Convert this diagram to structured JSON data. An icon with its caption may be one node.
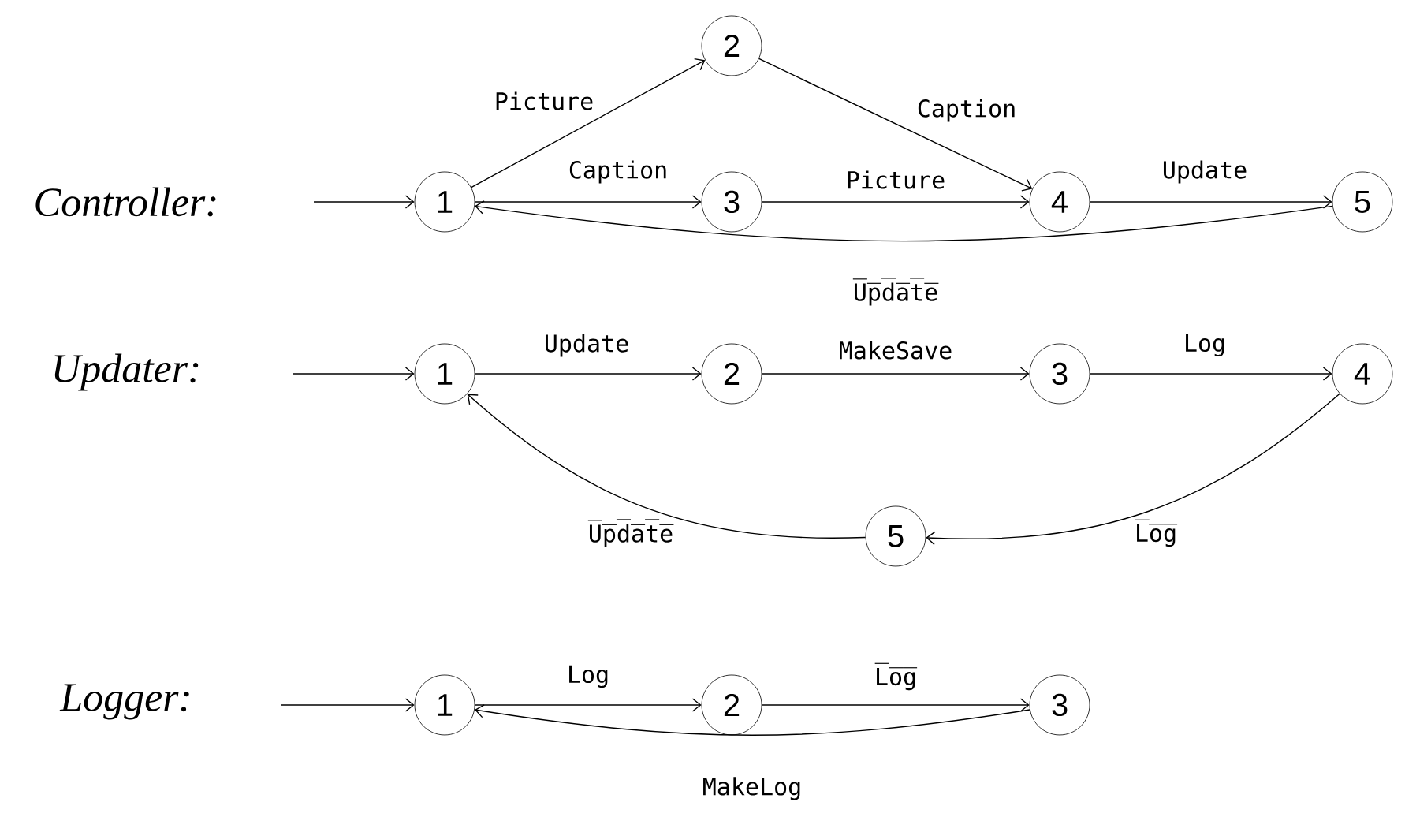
{
  "diagram": {
    "nodes": [
      {
        "text": [
          "1"
        ]
      },
      {
        "text": [
          "2"
        ]
      },
      {
        "text": [
          "3"
        ]
      },
      {
        "text": [
          "4"
        ]
      },
      {
        "text": [
          "5"
        ]
      },
      {
        "text": [
          "1"
        ]
      },
      {
        "text": [
          "2"
        ]
      },
      {
        "text": [
          "3"
        ]
      },
      {
        "text": [
          "4"
        ]
      },
      {
        "text": [
          "5"
        ]
      },
      {
        "text": [
          "1"
        ]
      },
      {
        "text": [
          "2"
        ]
      },
      {
        "text": [
          "3"
        ]
      }
    ],
    "edges": [
      {
        "from": null,
        "to": 0,
        "arrow": "to"
      },
      {
        "from": 0,
        "to": 1,
        "arrow": "to",
        "label": "Picture"
      },
      {
        "from": 1,
        "to": 3,
        "arrow": "to",
        "label": "Caption"
      },
      {
        "from": 0,
        "to": 2,
        "arrow": "to",
        "label": "Caption"
      },
      {
        "from": 2,
        "to": 3,
        "arrow": "to",
        "label": "Picture"
      },
      {
        "from": 3,
        "to": 4,
        "arrow": "to",
        "label": "Update"
      },
      {
        "from": 4,
        "to": 0,
        "arrow": "to",
        "label": "U̅p̅d̅a̅t̅e̅"
      },
      {
        "from": null,
        "to": 5,
        "arrow": "to"
      },
      {
        "from": 5,
        "to": 6,
        "arrow": "to",
        "label": "Update"
      },
      {
        "from": 6,
        "to": 7,
        "arrow": "to",
        "label": "MakeSave"
      },
      {
        "from": 7,
        "to": 8,
        "arrow": "to",
        "label": "Log"
      },
      {
        "from": 8,
        "to": 9,
        "arrow": "to",
        "label": "L̅o̅g̅"
      },
      {
        "from": 9,
        "to": 5,
        "arrow": "to",
        "label": "U̅p̅d̅a̅t̅e̅"
      },
      {
        "from": null,
        "to": 10,
        "arrow": "to"
      },
      {
        "from": 10,
        "to": 11,
        "arrow": "to",
        "label": "Log"
      },
      {
        "from": 11,
        "to": 12,
        "arrow": "to",
        "label": "L̅o̅g̅"
      },
      {
        "from": 12,
        "to": 10,
        "arrow": "to",
        "label": "MakeLog"
      }
    ],
    "labels": [
      "Controller:",
      "Updater:",
      "Logger:"
    ]
  }
}
